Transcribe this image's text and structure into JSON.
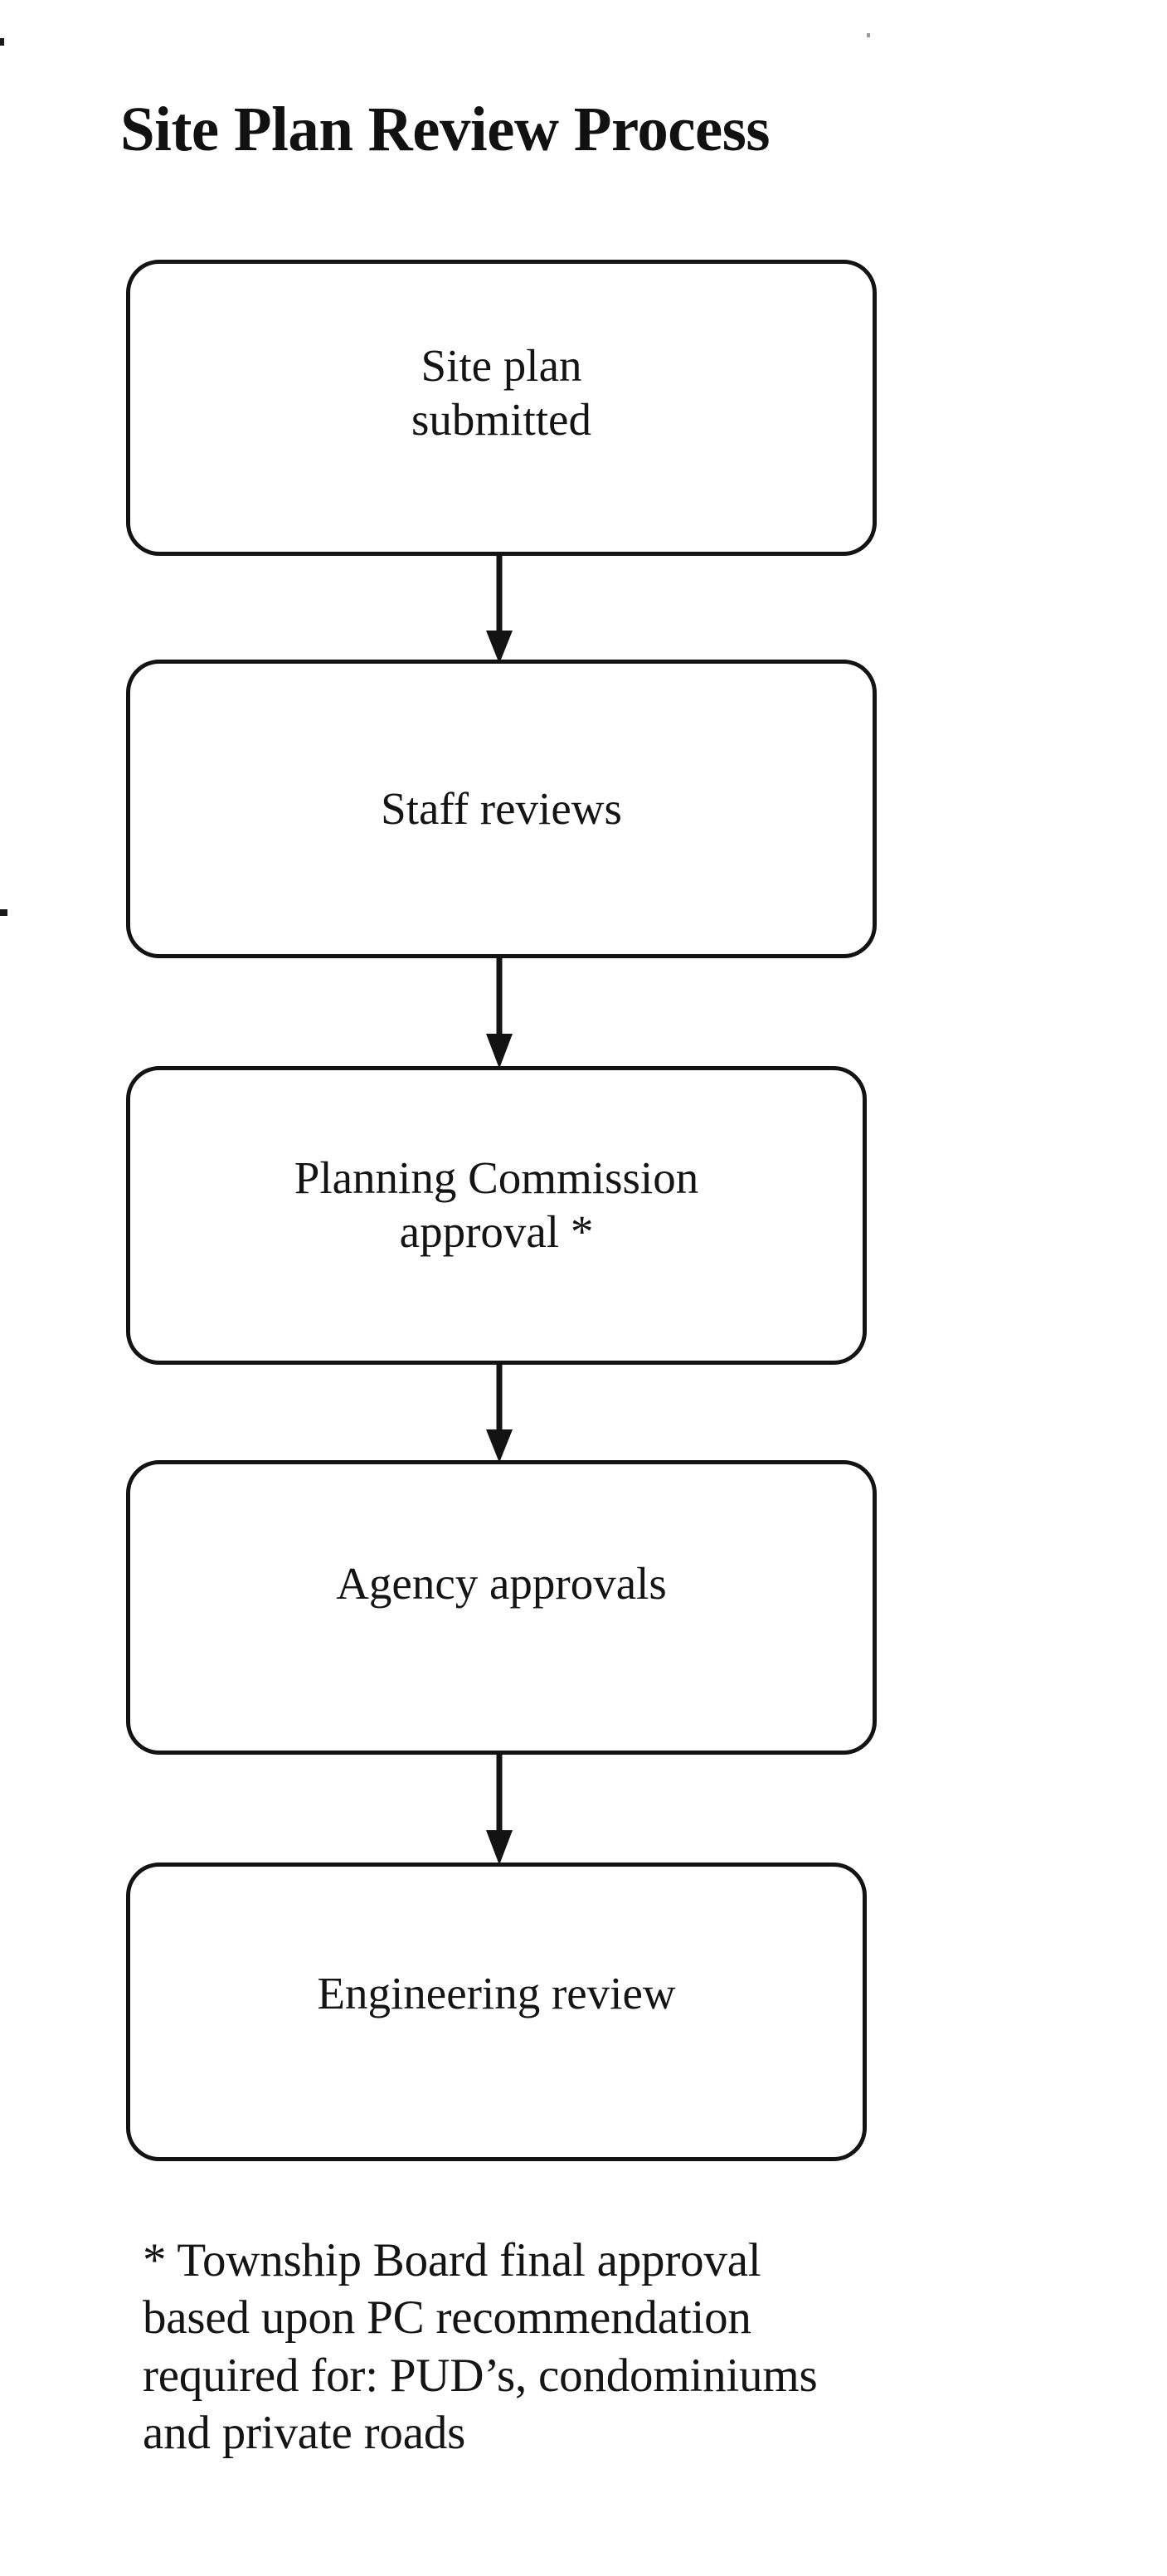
{
  "document": {
    "title": "Site Plan Review Process",
    "type": "flowchart",
    "background_color": "#ffffff",
    "line_color": "#131313",
    "text_color": "#141414"
  },
  "flowchart": {
    "orientation": "vertical-top-to-bottom",
    "steps": [
      {
        "id": "step-1",
        "label": "Site plan\nsubmitted"
      },
      {
        "id": "step-2",
        "label": "Staff reviews"
      },
      {
        "id": "step-3",
        "label": "Planning Commission\napproval *"
      },
      {
        "id": "step-4",
        "label": "Agency approvals"
      },
      {
        "id": "step-5",
        "label": "Engineering review"
      }
    ],
    "connectors": [
      {
        "id": "arrow-1",
        "from": "step-1",
        "to": "step-2",
        "style": "down-arrow"
      },
      {
        "id": "arrow-2",
        "from": "step-2",
        "to": "step-3",
        "style": "down-arrow"
      },
      {
        "id": "arrow-3",
        "from": "step-3",
        "to": "step-4",
        "style": "down-arrow"
      },
      {
        "id": "arrow-4",
        "from": "step-4",
        "to": "step-5",
        "style": "down-arrow"
      }
    ]
  },
  "footnote": {
    "marker": "*",
    "text": "* Township Board final approval\nbased upon PC recommendation\nrequired for: PUD’s, condominiums\nand private roads"
  }
}
